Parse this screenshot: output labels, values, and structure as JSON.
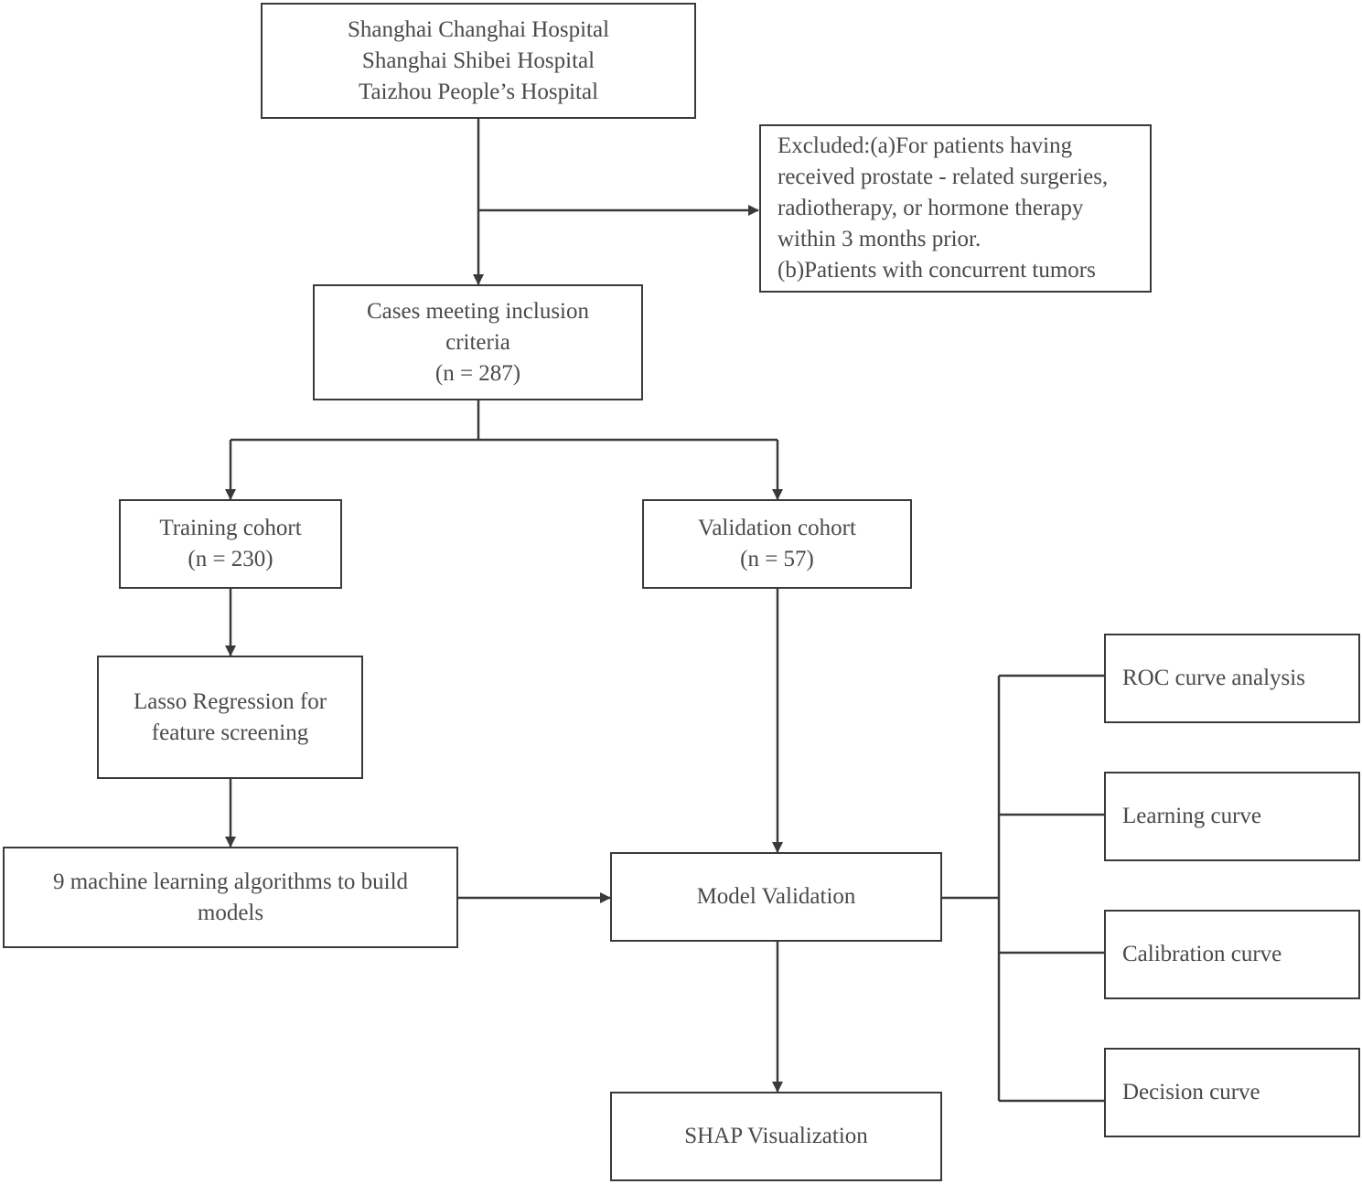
{
  "sources": {
    "lines": [
      "Shanghai Changhai Hospital",
      "Shanghai Shibei Hospital",
      "Taizhou People’s Hospital"
    ]
  },
  "excluded": {
    "lines": [
      "Excluded:(a)For patients having",
      "received prostate - related surgeries,",
      "radiotherapy, or hormone therapy",
      "within 3 months prior.",
      "(b)Patients with concurrent tumors"
    ]
  },
  "inclusion": {
    "lines": [
      "Cases meeting inclusion",
      "criteria",
      "(n = 287)"
    ]
  },
  "training": {
    "lines": [
      "Training cohort",
      "(n = 230)"
    ]
  },
  "validation": {
    "lines": [
      "Validation cohort",
      "(n = 57)"
    ]
  },
  "lasso": {
    "lines": [
      "Lasso Regression for",
      "feature screening"
    ]
  },
  "ml": {
    "lines": [
      "9 machine learning algorithms to build",
      "models"
    ]
  },
  "model_validation": {
    "label": "Model Validation"
  },
  "shap": {
    "label": "SHAP Visualization"
  },
  "analyses": {
    "roc": "ROC curve analysis",
    "learning": "Learning curve",
    "calibration": "Calibration curve",
    "decision": "Decision curve"
  },
  "colors": {
    "stroke": "#3a3a3a",
    "text": "#4a4a4a",
    "background": "#ffffff"
  }
}
